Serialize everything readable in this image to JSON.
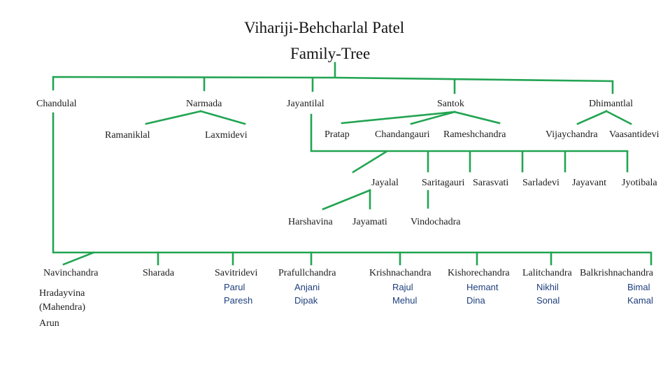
{
  "title": {
    "line1": "Vihariji-Behcharlal Patel",
    "line2": "Family-Tree"
  },
  "colors": {
    "connector": "#22a452",
    "name_text": "#1c1c1c",
    "grandchild_text": "#1e3e7c"
  },
  "generation1": [
    "Chandulal",
    "Narmada",
    "Jayantilal",
    "Santok",
    "Dhimantlal"
  ],
  "narmada_children": [
    "Ramaniklal",
    "Laxmidevi"
  ],
  "santok_children": [
    "Pratap",
    "Chandangauri",
    "Rameshchandra"
  ],
  "dhimantlal_children": [
    "Vijaychandra",
    "Vaasantidevi"
  ],
  "jayantilal_children": [
    "Jayalal",
    "Saritagauri",
    "Sarasvati",
    "Sarladevi",
    "Jayavant",
    "Jyotibala"
  ],
  "jayalal_children": [
    "Harshavina",
    "Jayamati"
  ],
  "saritagauri_children": [
    "Vindochadra"
  ],
  "chandulal_children": [
    {
      "name": "Navinchandra",
      "children": [
        "Hradayvina",
        "(Mahendra)",
        "Arun"
      ]
    },
    {
      "name": "Sharada",
      "children": []
    },
    {
      "name": "Savitridevi",
      "children": [
        "Parul",
        "Paresh"
      ]
    },
    {
      "name": "Prafullchandra",
      "children": [
        "Anjani",
        "Dipak"
      ]
    },
    {
      "name": "Krishnachandra",
      "children": [
        "Rajul",
        "Mehul"
      ]
    },
    {
      "name": "Kishorechandra",
      "children": [
        "Hemant",
        "Dina"
      ]
    },
    {
      "name": "Lalitchandra",
      "children": [
        "Nikhil",
        "Sonal"
      ]
    },
    {
      "name": "Balkrishnachandra",
      "children": [
        "Bimal",
        "Kamal"
      ]
    }
  ]
}
